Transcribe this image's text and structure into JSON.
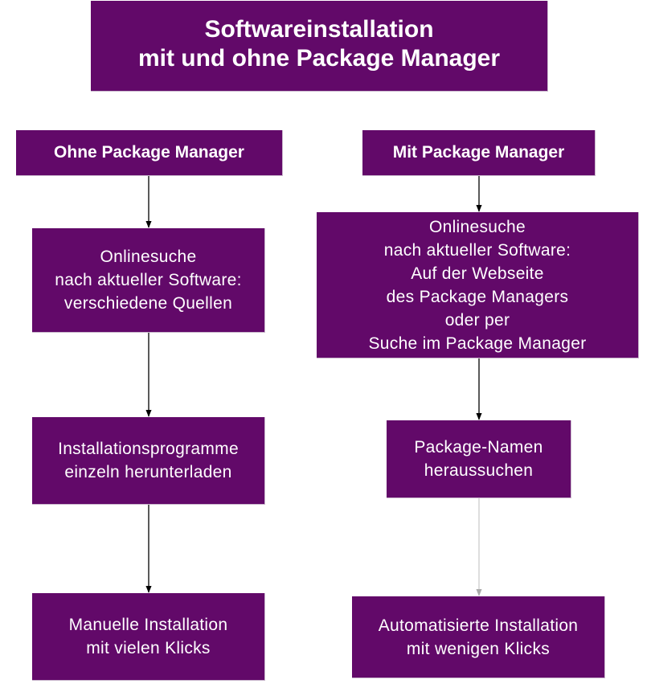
{
  "title": {
    "line1": "Softwareinstallation",
    "line2": "mit und ohne Package Manager"
  },
  "left": {
    "heading": "Ohne Package Manager",
    "steps": [
      {
        "lines": [
          "Onlinesuche",
          "nach aktueller Software:",
          "verschiedene Quellen"
        ]
      },
      {
        "lines": [
          "Installationsprogramme",
          "einzeln herunterladen"
        ]
      },
      {
        "lines": [
          "Manuelle Installation",
          "mit vielen Klicks"
        ]
      }
    ]
  },
  "right": {
    "heading": "Mit Package Manager",
    "steps": [
      {
        "lines": [
          "Onlinesuche",
          "nach aktueller Software:",
          "Auf der Webseite",
          "des Package Managers",
          "oder per",
          "Suche im Package Manager"
        ]
      },
      {
        "lines": [
          "Package-Namen",
          "heraussuchen"
        ]
      },
      {
        "lines": [
          "Automatisierte Installation",
          "mit wenigen Klicks"
        ]
      }
    ]
  },
  "colors": {
    "box_fill": "#620969",
    "text": "#ffffff",
    "arrow": "#000000"
  }
}
